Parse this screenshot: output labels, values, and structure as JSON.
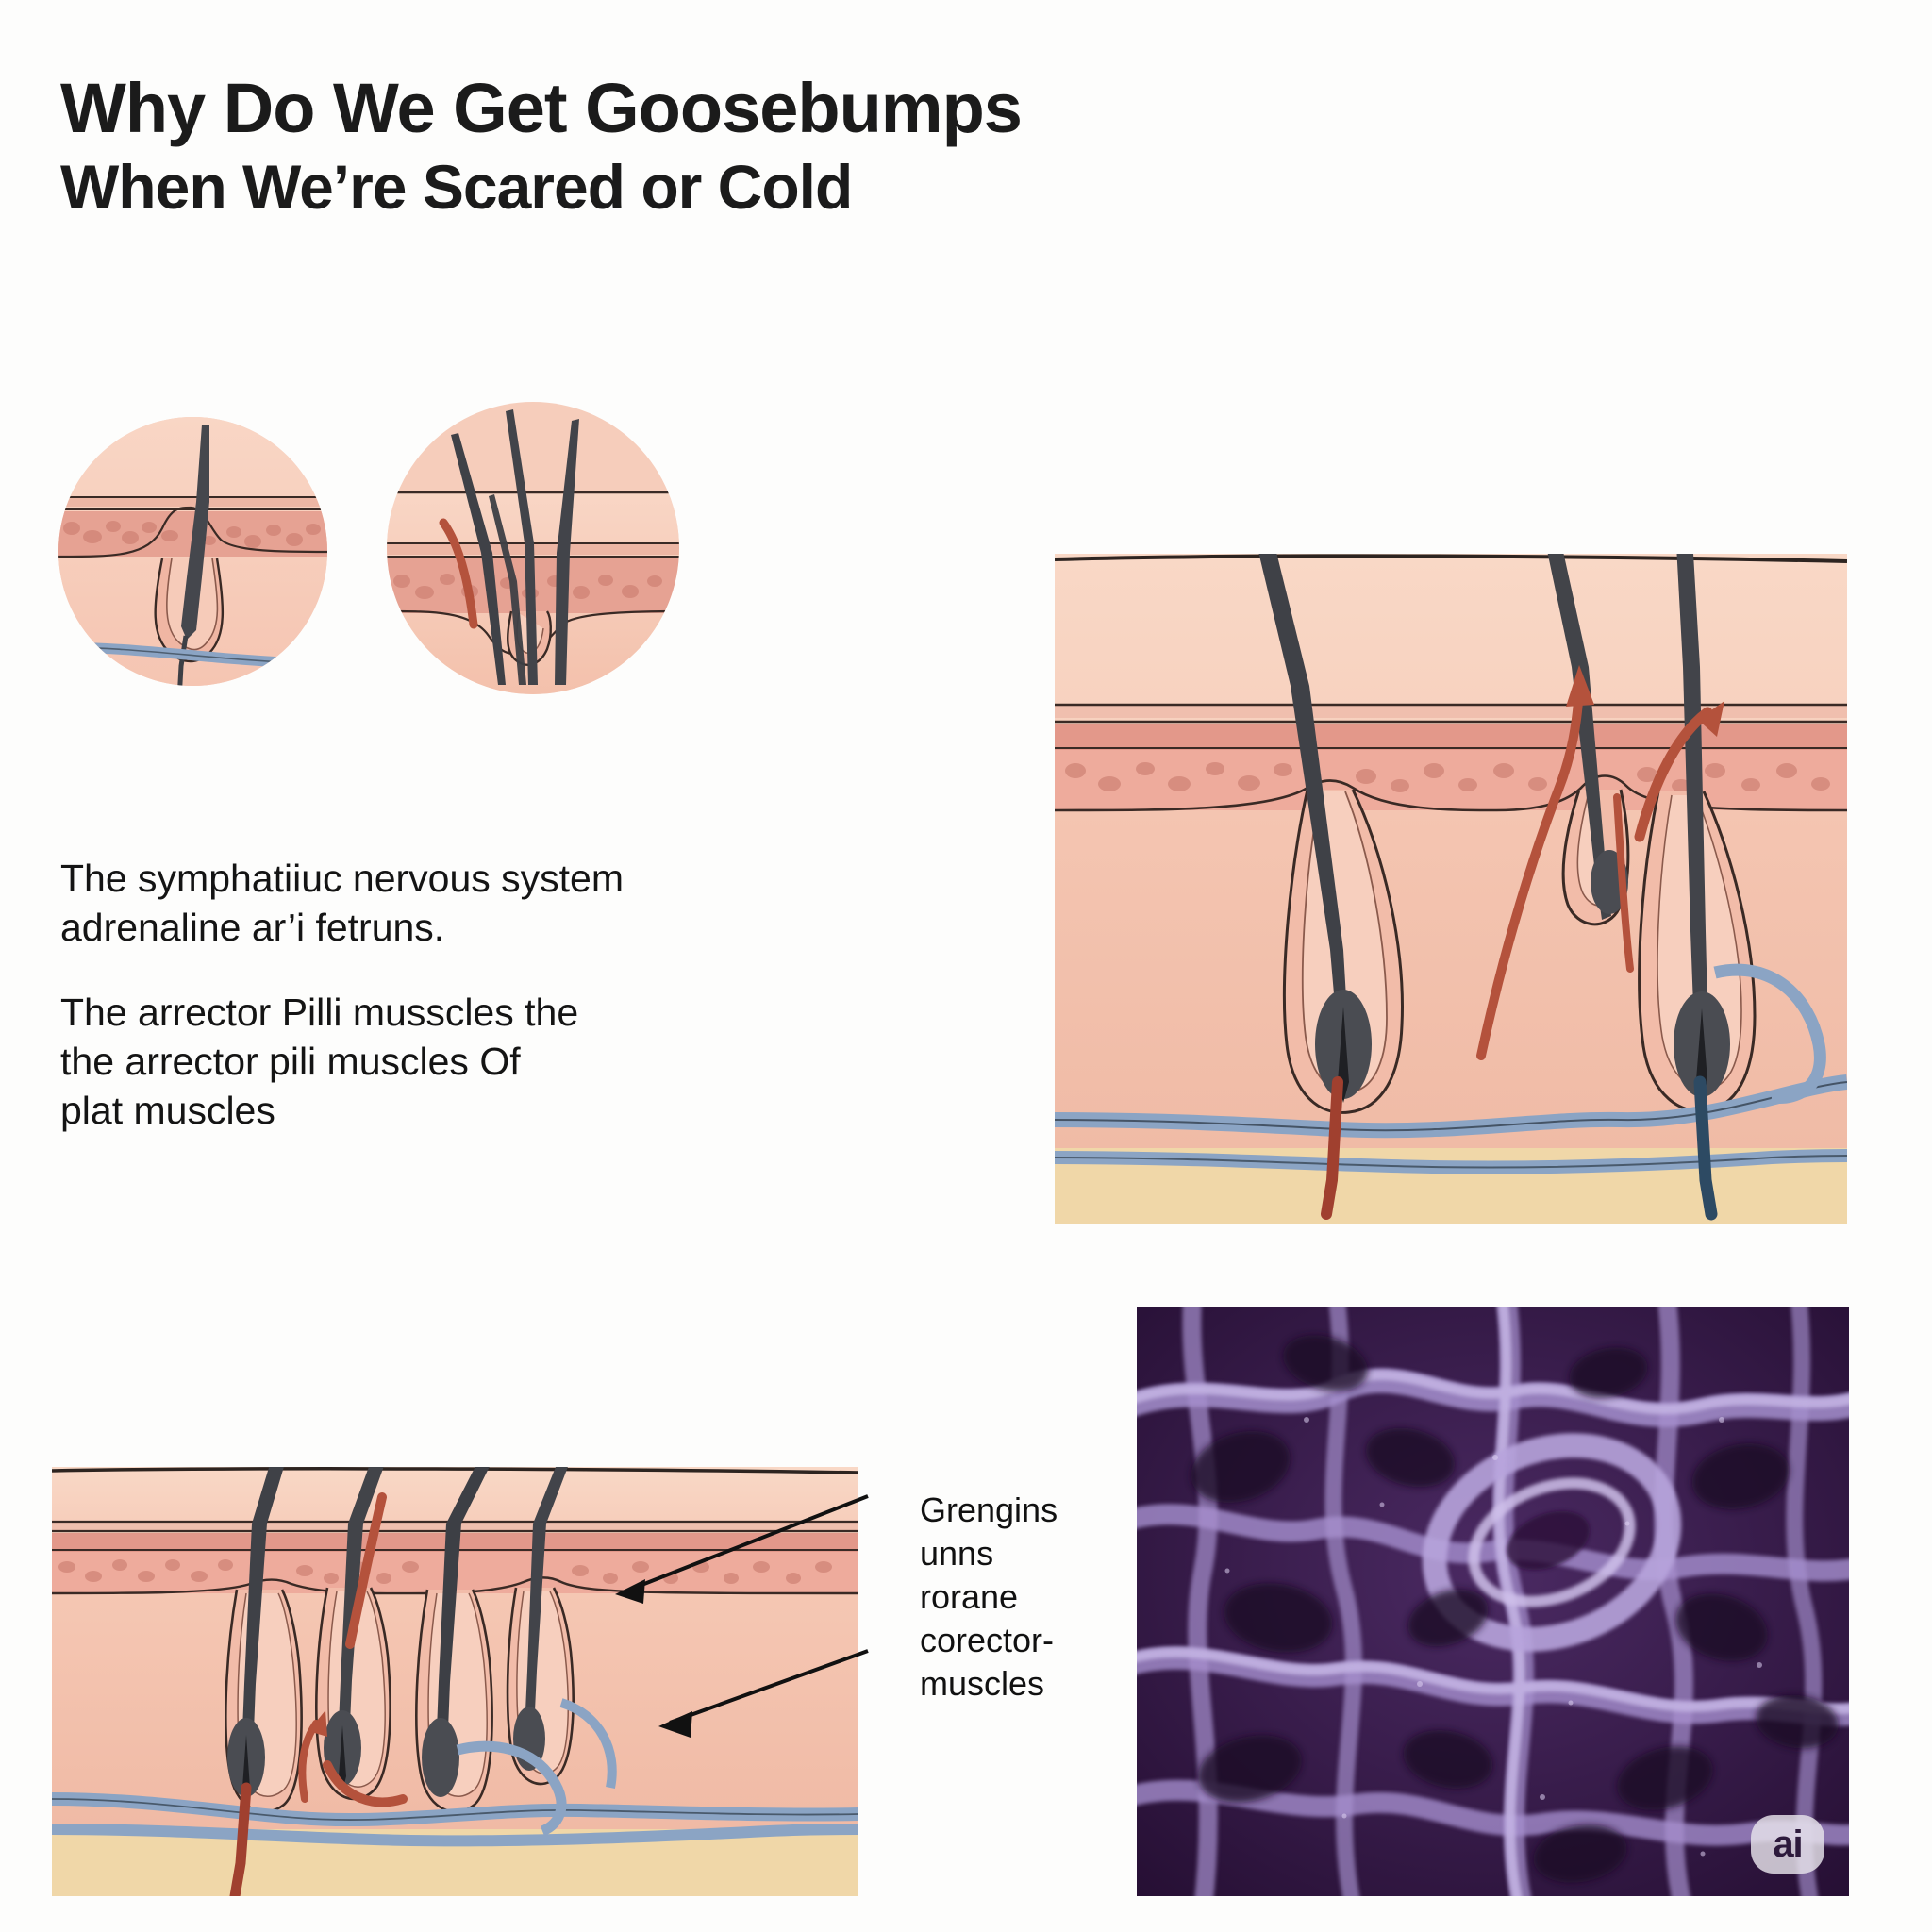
{
  "title": {
    "line1": "Why Do We Get Goosebumps",
    "line2": "When We’re Scared or Cold"
  },
  "body": {
    "paragraph1": {
      "line1": "The symphatiiuc nervous system",
      "line2": "adrenaline ar’i fetruns."
    },
    "paragraph2": {
      "line1": "The arrector Pilli musscles the",
      "line2": "the arrector pili muscles Of",
      "line3": "plat muscles"
    }
  },
  "callout": {
    "line1": "Grengins",
    "line2": "unns",
    "line3": "rorane",
    "line4": "corector-",
    "line5": "muscles"
  },
  "badge": {
    "label": "ai"
  },
  "figures": {
    "circle_relaxed": "relaxed-hair-follicle-closeup",
    "circle_contracted": "contracted-hair-follicle-closeup",
    "transition_arrow": "arrow-right-icon",
    "panel_top_right": "skin-cross-section-goosebump-raised",
    "panel_bottom_left": "skin-cross-section-multiple-follicles",
    "panel_micrograph": "collagen-fiber-electron-micrograph"
  },
  "colors": {
    "background": "#fdfdfc",
    "text": "#1a1a1a",
    "epidermis": "#f9d6c4",
    "granular": "#e8a395",
    "dermis": "#f4c3af",
    "subcutaneous_fat": "#f0d7a8",
    "hair": "#3f4147",
    "artery_red": "#b4523c",
    "vein_blue": "#8ba4c4",
    "micrograph_purple": "#6a4f9e",
    "micrograph_dark": "#2a1038"
  }
}
